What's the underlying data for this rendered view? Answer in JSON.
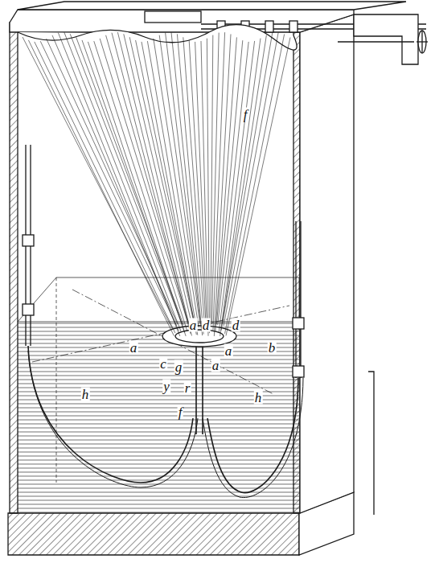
{
  "diagram": {
    "labels": [
      "f",
      "a",
      "d",
      "d",
      "a",
      "a",
      "b",
      "c",
      "g",
      "a",
      "y",
      "r",
      "f",
      "h",
      "h"
    ]
  }
}
